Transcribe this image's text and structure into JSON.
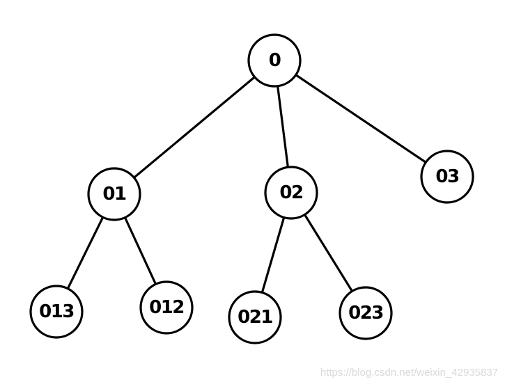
{
  "tree": {
    "nodes": [
      {
        "id": "n0",
        "label": "0",
        "parent": null
      },
      {
        "id": "n01",
        "label": "01",
        "parent": "n0"
      },
      {
        "id": "n02",
        "label": "02",
        "parent": "n0"
      },
      {
        "id": "n03",
        "label": "03",
        "parent": "n0"
      },
      {
        "id": "n013",
        "label": "013",
        "parent": "n01"
      },
      {
        "id": "n012",
        "label": "012",
        "parent": "n01"
      },
      {
        "id": "n021",
        "label": "021",
        "parent": "n02"
      },
      {
        "id": "n023",
        "label": "023",
        "parent": "n02"
      }
    ]
  },
  "watermark": "https://blog.csdn.net/weixin_42935837"
}
